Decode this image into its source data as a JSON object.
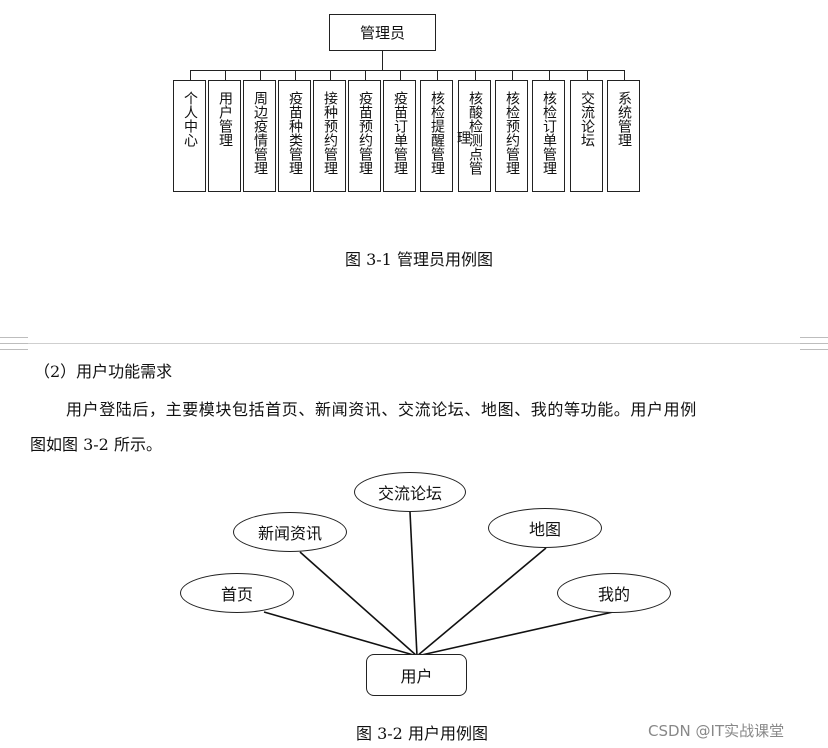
{
  "admin_diagram": {
    "root": "管理员",
    "children": [
      "个人中心",
      "用户管理",
      "周边疫情管理",
      "疫苗种类管理",
      "接种预约管理",
      "疫苗预约管理",
      "疫苗订单管理",
      "核检提醒管理",
      "核酸检测点管",
      "核检预约管理",
      "核检订单管理",
      "交流论坛",
      "系统管理"
    ],
    "stray_char": "理",
    "caption": "图 3-1  管理员用例图"
  },
  "section": {
    "heading": "（2）用户功能需求",
    "para_line1": "用户登陆后，主要模块包括首页、新闻资讯、交流论坛、地图、我的等功能。用户用例",
    "para_line2": "图如图 3-2 所示。"
  },
  "user_diagram": {
    "actor": "用户",
    "use_cases": [
      "首页",
      "新闻资讯",
      "交流论坛",
      "地图",
      "我的"
    ],
    "caption": "图 3-2 用户用例图"
  },
  "watermark": "CSDN @IT实战课堂"
}
